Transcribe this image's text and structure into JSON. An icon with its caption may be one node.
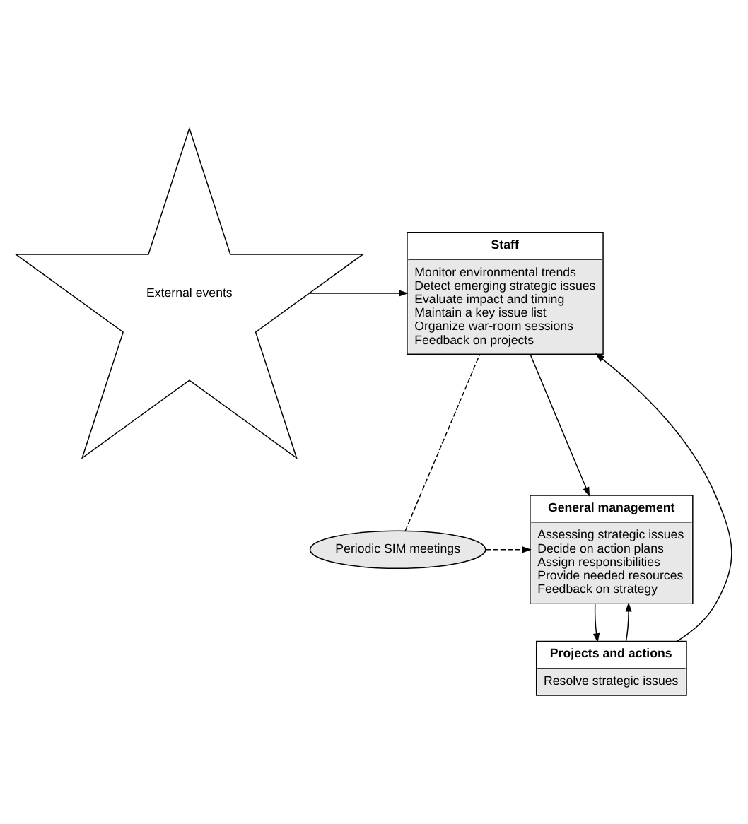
{
  "diagram": {
    "nodes": [
      {
        "text": [
          "Staff",
          "Monitor environmental trends",
          "Detect emerging strategic issues",
          "Evaluate impact and timing",
          "Maintain a key issue list",
          "Organize war-room sessions",
          "Feedback on projects"
        ]
      },
      {
        "text": [
          "External events"
        ]
      },
      {
        "text": [
          "General management",
          "Assessing strategic issues",
          "Decide on action plans",
          "Assign responsibilities",
          "Provide needed resources",
          "Feedback on strategy"
        ]
      },
      {
        "text": [
          "Periodic SIM meetings"
        ]
      },
      {
        "text": [
          "Projects and actions",
          "Resolve strategic issues"
        ]
      }
    ],
    "edges": [
      {
        "from": 1,
        "to": 0,
        "arrow": "to"
      },
      {
        "from": 0,
        "to": 2,
        "arrow": "to"
      },
      {
        "from": 2,
        "to": 4,
        "arrow": "to"
      },
      {
        "from": 4,
        "to": 0,
        "arrow": "to"
      },
      {
        "from": 4,
        "to": 2,
        "arrow": "to"
      },
      {
        "from": 3,
        "to": 0,
        "arrow": "none",
        "style": "dashed"
      },
      {
        "from": 3,
        "to": 2,
        "arrow": "to",
        "style": "dashed"
      }
    ]
  }
}
